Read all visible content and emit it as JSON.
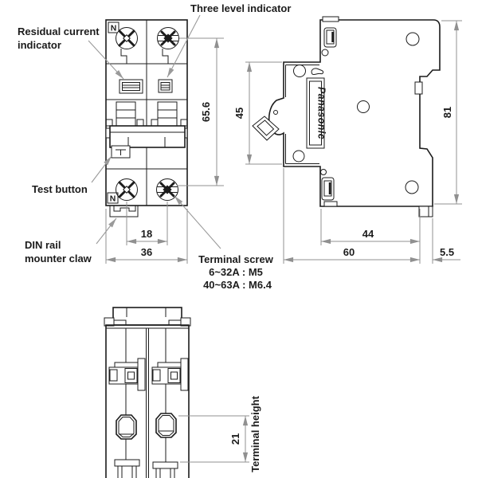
{
  "drawing": {
    "brand_label": "Panasonic",
    "neutral_marker": "N",
    "labels": {
      "three_level": "Three level indicator",
      "residual_1": "Residual current",
      "residual_2": "indicator",
      "test_button": "Test button",
      "din_rail_1": "DIN rail",
      "din_rail_2": "mounter claw",
      "terminal_screw": "Terminal screw",
      "terminal_screw_m5": "6~32A : M5",
      "terminal_screw_m64": "40~63A : M6.4",
      "terminal_height": "Terminal height"
    },
    "dimensions_mm": {
      "screw_span": "65.6",
      "pole_pitch": "18",
      "width": "36",
      "front_projection": "45",
      "height": "81",
      "din_depth": "44",
      "depth": "60",
      "rail_clearance": "5.5",
      "terminal_height": "21"
    }
  }
}
